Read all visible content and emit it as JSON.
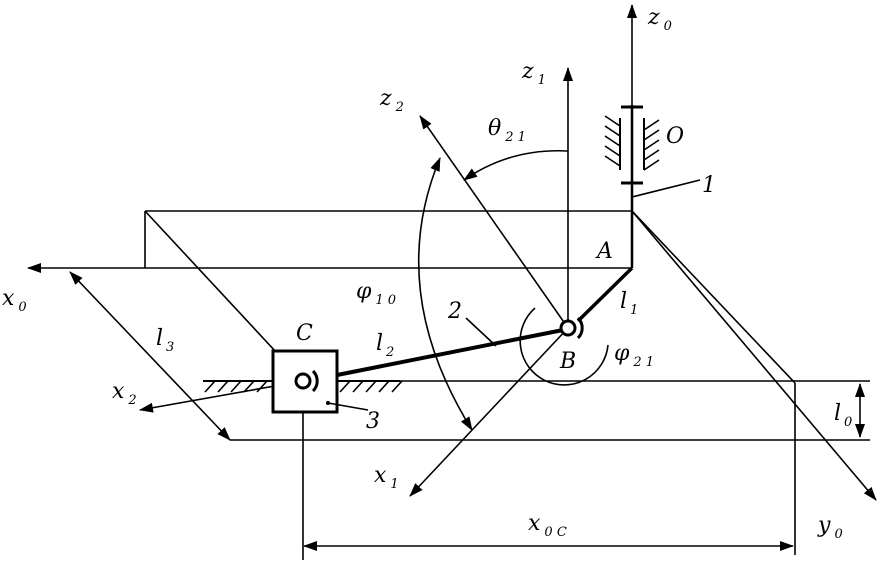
{
  "labels": {
    "z0": {
      "main": "z",
      "sub": "0"
    },
    "z1": {
      "main": "z",
      "sub": "1"
    },
    "z2": {
      "main": "z",
      "sub": "2"
    },
    "x0": {
      "main": "x",
      "sub": "0"
    },
    "x1": {
      "main": "x",
      "sub": "1"
    },
    "x2": {
      "main": "x",
      "sub": "2"
    },
    "y0": {
      "main": "y",
      "sub": "0"
    },
    "theta21": {
      "main": "θ",
      "sub": "2 1"
    },
    "phi10": {
      "main": "φ",
      "sub": "1 0"
    },
    "phi21": {
      "main": "φ",
      "sub": "2 1"
    },
    "l1": {
      "main": "l",
      "sub": "1"
    },
    "l2": {
      "main": "l",
      "sub": "2"
    },
    "l3": {
      "main": "l",
      "sub": "3"
    },
    "l0": {
      "main": "l",
      "sub": "0"
    },
    "x0c": {
      "main": "x",
      "sub": "0 C"
    },
    "pointA": "A",
    "pointB": "B",
    "pointC": "C",
    "pointO": "O",
    "part1": "1",
    "part2": "2",
    "part3": "3"
  }
}
